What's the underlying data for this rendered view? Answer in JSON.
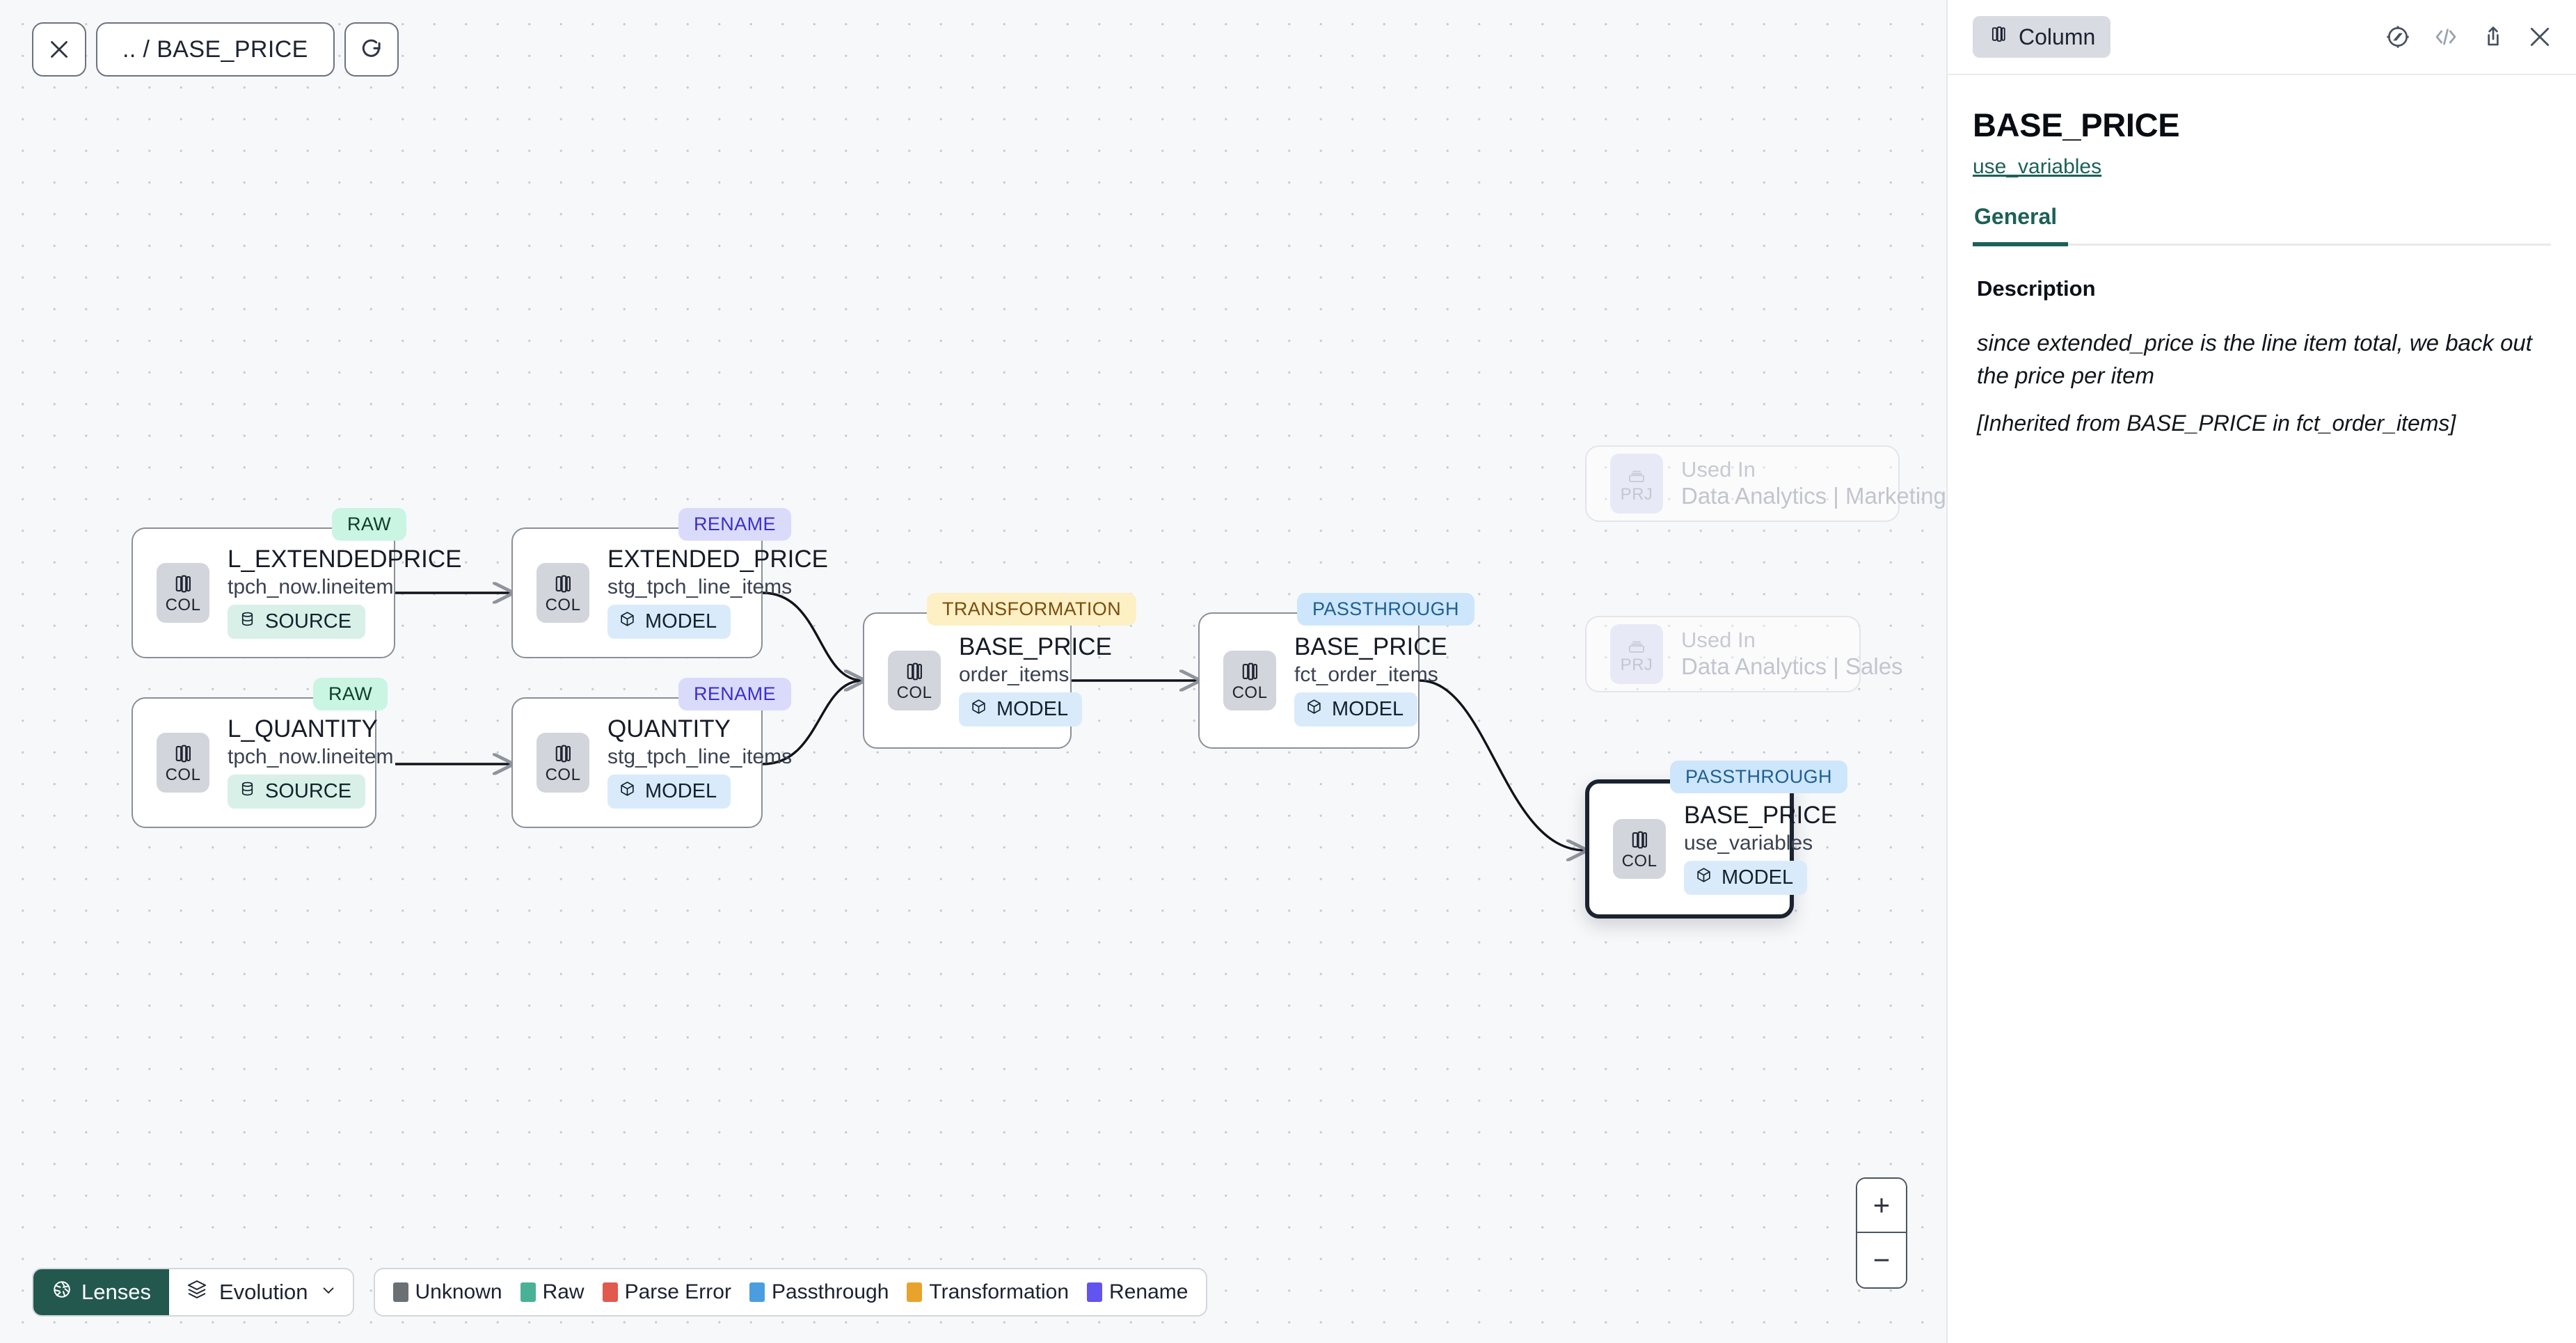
{
  "canvas": {
    "toolbar": {
      "close_label": "close-icon",
      "breadcrumb": ".. / BASE_PRICE",
      "refresh_label": "refresh-icon"
    },
    "zoom": {
      "in": "+",
      "out": "−"
    },
    "bottom": {
      "lenses_label": "Lenses",
      "evolution_label": "Evolution",
      "legend": [
        {
          "label": "Unknown",
          "color": "#6b7074"
        },
        {
          "label": "Raw",
          "color": "#49b296"
        },
        {
          "label": "Parse Error",
          "color": "#e05a4e"
        },
        {
          "label": "Passthrough",
          "color": "#4a9ee0"
        },
        {
          "label": "Transformation",
          "color": "#e8a32c"
        },
        {
          "label": "Rename",
          "color": "#6254ee"
        }
      ]
    },
    "nodes": [
      {
        "id": "l_extendedprice",
        "badge": "RAW",
        "badge_kind": "raw",
        "icon_label": "COL",
        "title": "L_EXTENDEDPRICE",
        "subtitle": "tpch_now.lineitem",
        "chip": "SOURCE",
        "chip_kind": "source"
      },
      {
        "id": "l_quantity",
        "badge": "RAW",
        "badge_kind": "raw",
        "icon_label": "COL",
        "title": "L_QUANTITY",
        "subtitle": "tpch_now.lineitem",
        "chip": "SOURCE",
        "chip_kind": "source"
      },
      {
        "id": "extended_price",
        "badge": "RENAME",
        "badge_kind": "rename",
        "icon_label": "COL",
        "title": "EXTENDED_PRICE",
        "subtitle": "stg_tpch_line_items",
        "chip": "MODEL",
        "chip_kind": "model"
      },
      {
        "id": "quantity",
        "badge": "RENAME",
        "badge_kind": "rename",
        "icon_label": "COL",
        "title": "QUANTITY",
        "subtitle": "stg_tpch_line_items",
        "chip": "MODEL",
        "chip_kind": "model"
      },
      {
        "id": "base_price_order_items",
        "badge": "TRANSFORMATION",
        "badge_kind": "transformation",
        "icon_label": "COL",
        "title": "BASE_PRICE",
        "subtitle": "order_items",
        "chip": "MODEL",
        "chip_kind": "model"
      },
      {
        "id": "base_price_fct_order_items",
        "badge": "PASSTHROUGH",
        "badge_kind": "passthrough",
        "icon_label": "COL",
        "title": "BASE_PRICE",
        "subtitle": "fct_order_items",
        "chip": "MODEL",
        "chip_kind": "model"
      },
      {
        "id": "base_price_use_variables",
        "badge": "PASSTHROUGH",
        "badge_kind": "passthrough",
        "icon_label": "COL",
        "title": "BASE_PRICE",
        "subtitle": "use_variables",
        "chip": "MODEL",
        "chip_kind": "model",
        "selected": true
      }
    ],
    "ghost_nodes": [
      {
        "id": "used_in_marketing",
        "icon_label": "PRJ",
        "title": "Used In",
        "subtitle": "Data Analytics | Marketing"
      },
      {
        "id": "used_in_sales",
        "icon_label": "PRJ",
        "title": "Used In",
        "subtitle": "Data Analytics | Sales"
      }
    ]
  },
  "panel": {
    "kind_chip": "Column",
    "icons": [
      "compass-icon",
      "code-icon",
      "share-icon",
      "close-icon"
    ],
    "title": "BASE_PRICE",
    "model_link": "use_variables",
    "tabs": [
      {
        "label": "General",
        "active": true
      }
    ],
    "description_label": "Description",
    "description_text": "since extended_price is the line item total, we back out the price per item",
    "inherited_prefix": "[Inherited from ",
    "inherited_column": "BASE_PRICE",
    "inherited_middle": " in ",
    "inherited_model": "fct_order_items",
    "inherited_suffix": "]"
  },
  "colors": {
    "accent": "#1d6058",
    "lens_bg": "#23584f",
    "canvas_bg": "#f7f8fa"
  }
}
